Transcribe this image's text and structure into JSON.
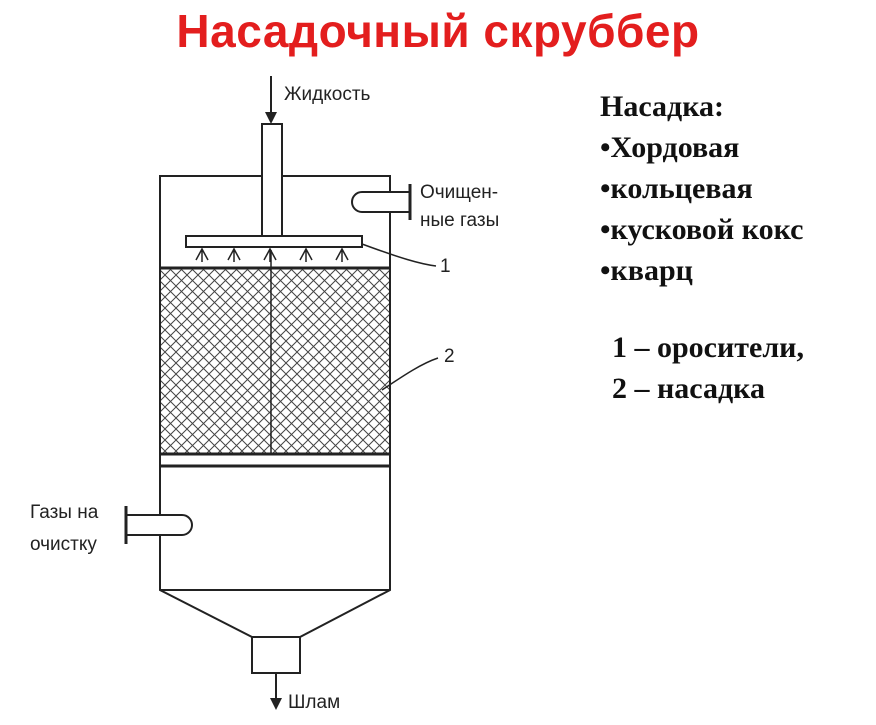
{
  "title": "Насадочный скруббер",
  "diagram": {
    "liquid_inlet": "Жидкость",
    "clean_gas_1": "Очищен-",
    "clean_gas_2": "ные газы",
    "gas_inlet_1": "Газы на",
    "gas_inlet_2": "очистку",
    "sludge": "Шлам",
    "callout_1": "1",
    "callout_2": "2"
  },
  "legend": {
    "heading": "Насадка:",
    "packing_types": [
      "Хордовая",
      "кольцевая",
      "кусковой кокс",
      "кварц"
    ],
    "labels": [
      "1 – оросители,",
      "2 – насадка"
    ]
  },
  "colors": {
    "title": "#e31e1e",
    "ink": "#222222"
  }
}
